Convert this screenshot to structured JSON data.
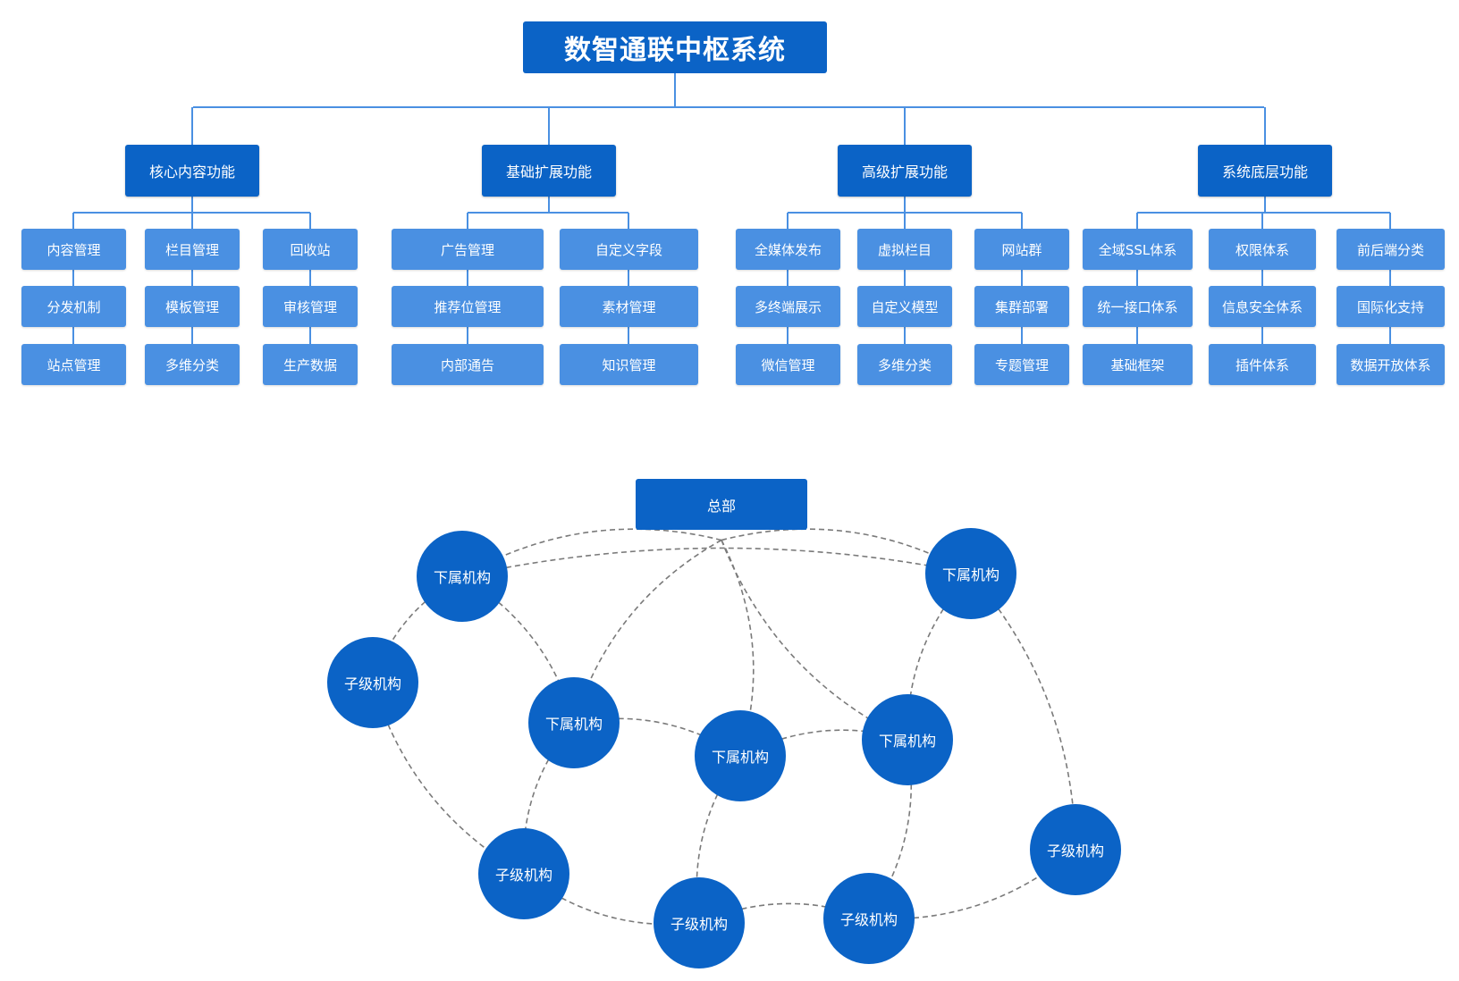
{
  "title": "数智通联中枢系统",
  "colors": {
    "title_bg": "#0b63c6",
    "category_bg": "#0b63c6",
    "leaf_bg": "#4a90e2",
    "connector": "#4a90e2",
    "dashed_link": "#7a7a7a",
    "node_bg": "#0b63c6"
  },
  "categories": [
    {
      "label": "核心内容功能",
      "columns": [
        [
          "内容管理",
          "分发机制",
          "站点管理"
        ],
        [
          "栏目管理",
          "模板管理",
          "多维分类"
        ],
        [
          "回收站",
          "审核管理",
          "生产数据"
        ]
      ]
    },
    {
      "label": "基础扩展功能",
      "columns": [
        [
          "广告管理",
          "推荐位管理",
          "内部通告"
        ],
        [
          "自定义字段",
          "素材管理",
          "知识管理"
        ]
      ]
    },
    {
      "label": "高级扩展功能",
      "columns": [
        [
          "全媒体发布",
          "多终端展示",
          "微信管理"
        ],
        [
          "虚拟栏目",
          "自定义模型",
          "多维分类"
        ],
        [
          "网站群",
          "集群部署",
          "专题管理"
        ]
      ]
    },
    {
      "label": "系统底层功能",
      "columns": [
        [
          "全域SSL体系",
          "统一接口体系",
          "基础框架"
        ],
        [
          "权限体系",
          "信息安全体系",
          "插件体系"
        ],
        [
          "前后端分类",
          "国际化支持",
          "数据开放体系"
        ]
      ]
    }
  ],
  "network": {
    "headquarters": "总部",
    "nodes": [
      {
        "id": "n1",
        "label": "下属机构"
      },
      {
        "id": "n2",
        "label": "下属机构"
      },
      {
        "id": "n3",
        "label": "子级机构"
      },
      {
        "id": "n4",
        "label": "下属机构"
      },
      {
        "id": "n5",
        "label": "下属机构"
      },
      {
        "id": "n6",
        "label": "下属机构"
      },
      {
        "id": "n7",
        "label": "子级机构"
      },
      {
        "id": "n8",
        "label": "子级机构"
      },
      {
        "id": "n9",
        "label": "子级机构"
      },
      {
        "id": "n10",
        "label": "子级机构"
      }
    ],
    "links": [
      [
        "hq",
        "n1"
      ],
      [
        "hq",
        "n2"
      ],
      [
        "hq",
        "n4"
      ],
      [
        "hq",
        "n5"
      ],
      [
        "hq",
        "n6"
      ],
      [
        "n1",
        "n2"
      ],
      [
        "n1",
        "n3"
      ],
      [
        "n1",
        "n4"
      ],
      [
        "n2",
        "n6"
      ],
      [
        "n2",
        "n10"
      ],
      [
        "n3",
        "n7"
      ],
      [
        "n4",
        "n5"
      ],
      [
        "n4",
        "n7"
      ],
      [
        "n5",
        "n6"
      ],
      [
        "n5",
        "n8"
      ],
      [
        "n6",
        "n9"
      ],
      [
        "n7",
        "n8"
      ],
      [
        "n8",
        "n9"
      ],
      [
        "n9",
        "n10"
      ]
    ]
  }
}
